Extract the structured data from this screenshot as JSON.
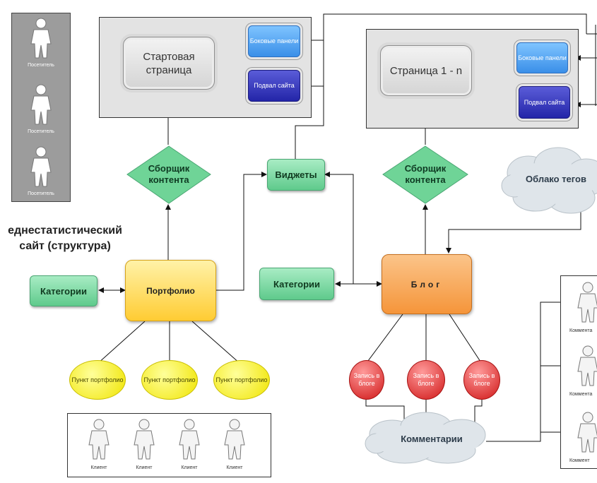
{
  "diagram": {
    "title_line1": "еднестатистический",
    "title_line2": "сайт (структура)",
    "start_page": "Стартовая страница",
    "page_n": "Страница 1 - n",
    "sidebar_left": "Боковые панели",
    "footer_left": "Подвал сайта",
    "sidebar_right": "Боковые панели",
    "footer_right": "Подвал сайта",
    "assembler_left": "Сборщик контента",
    "assembler_right": "Сборщик контента",
    "widgets": "Виджеты",
    "tag_cloud": "Облако тегов",
    "categories_left": "Категории",
    "categories_mid": "Категории",
    "portfolio": "Портфолио",
    "blog": "Блог",
    "portfolio_items": [
      "Пункт портфолио",
      "Пункт портфолио",
      "Пункт портфолио"
    ],
    "blog_posts": [
      "Запись в блоге",
      "Запись в блоге",
      "Запись в блоге"
    ],
    "comments": "Комментарии",
    "visitors": [
      "Посетитель",
      "Посетитель",
      "Посетитель"
    ],
    "clients": [
      "Клиент",
      "Клиент",
      "Клиент",
      "Клиент"
    ],
    "commenters": [
      "Коммента",
      "Коммента",
      "Коммент"
    ]
  },
  "colors": {
    "green": "#6fd497",
    "orange": "#f5953a",
    "yellow_box": "#ffcc33",
    "blue_panel": "#3a8fe8",
    "dark_blue_panel": "#2325a8",
    "red_post": "#d01818",
    "yellow_item": "#f0e400"
  },
  "icons": {
    "person": "person-icon",
    "cloud": "cloud-shape",
    "diamond": "diamond-shape"
  }
}
